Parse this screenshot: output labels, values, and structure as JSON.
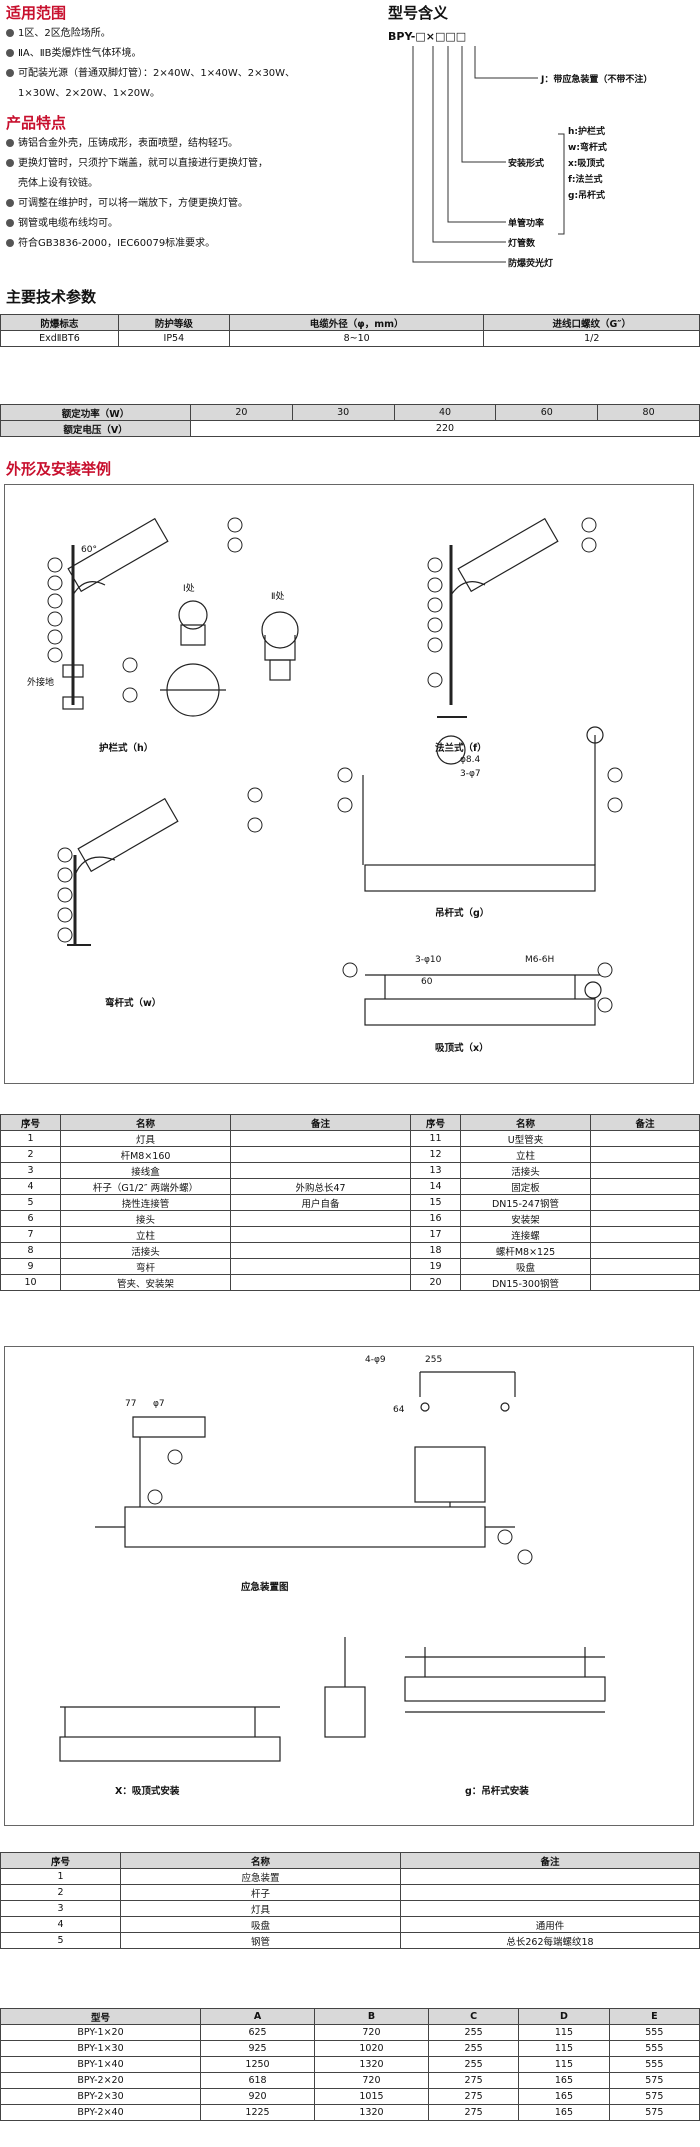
{
  "top": {
    "applicable_title": "适用范围",
    "applicable_items": [
      "1区、2区危险场所。",
      "ⅡA、ⅡB类爆炸性气体环境。",
      "可配装光源（普通双脚灯管）：2×40W、1×40W、2×30W、",
      "1×30W、2×20W、1×20W。"
    ],
    "features_title": "产品特点",
    "features_items": [
      "铸铝合金外壳，压铸成形，表面喷塑，结构轻巧。",
      "更换灯管时，只须拧下端盖，就可以直接进行更换灯管，",
      "壳体上设有铰链。",
      "可调整在维护时，可以将一端放下，方便更换灯管。",
      "钢管或电缆布线均可。",
      "符合GB3836-2000，IEC60079标准要求。"
    ],
    "model_title": "型号含义",
    "model_code": "BPY-□×□□□",
    "model_labels": {
      "j": "J：带应急装置（不带不注）",
      "install": "安装形式",
      "install_types": [
        "h:护栏式",
        "w:弯杆式",
        "x:吸顶式",
        "f:法兰式",
        "g:吊杆式"
      ],
      "power": "单管功率",
      "count": "灯管数",
      "name": "防爆荧光灯"
    }
  },
  "params": {
    "title": "主要技术参数",
    "headers": [
      "防爆标志",
      "防护等级",
      "电缆外径（φ，mm）",
      "进线口螺纹（G″）"
    ],
    "row": [
      "ExdⅡBT6",
      "IP54",
      "8~10",
      "1/2"
    ],
    "power_label": "额定功率（W）",
    "powers": [
      "20",
      "30",
      "40",
      "60",
      "80"
    ],
    "voltage_label": "额定电压（V）",
    "voltage": "220"
  },
  "install": {
    "title": "外形及安装举例",
    "captions": {
      "h": "护栏式（h）",
      "f": "法兰式（f）",
      "g": "吊杆式（g）",
      "w": "弯杆式（w）",
      "x": "吸顶式（x）"
    },
    "detail_i": "Ⅰ处",
    "detail_ii": "Ⅱ处",
    "angle": "60°",
    "ground": "外接地",
    "dim_1": "3-φ10",
    "dim_2": "60",
    "dim_3": "M6-6H",
    "dim_4": "φ8.4",
    "dim_5": "3-φ7"
  },
  "parts_table": {
    "headers": [
      "序号",
      "名称",
      "备注",
      "序号",
      "名称",
      "备注"
    ],
    "rows": [
      [
        "1",
        "灯具",
        "",
        "11",
        "U型管夹",
        ""
      ],
      [
        "2",
        "杆M8×160",
        "",
        "12",
        "立柱",
        ""
      ],
      [
        "3",
        "接线盒",
        "",
        "13",
        "活接头",
        ""
      ],
      [
        "4",
        "杆子（G1/2″ 两端外螺）",
        "外购总长47",
        "14",
        "固定板",
        ""
      ],
      [
        "5",
        "挠性连接管",
        "用户自备",
        "15",
        "DN15-247钢管",
        ""
      ],
      [
        "6",
        "接头",
        "",
        "16",
        "安装架",
        ""
      ],
      [
        "7",
        "立柱",
        "",
        "17",
        "连接螺",
        ""
      ],
      [
        "8",
        "活接头",
        "",
        "18",
        "螺杆M8×125",
        ""
      ],
      [
        "9",
        "弯杆",
        "",
        "19",
        "吸盘",
        ""
      ],
      [
        "10",
        "管夹、安装架",
        "",
        "20",
        "DN15-300钢管",
        ""
      ]
    ]
  },
  "emergency": {
    "caption": "应急装置图",
    "dim_255": "255",
    "dim_64": "64",
    "dim_holes": "4-φ9",
    "dim_77": "77",
    "dim_phi7": "φ7",
    "caption_x": "X：吸顶式安装",
    "caption_g": "g：吊杆式安装"
  },
  "parts2": {
    "headers": [
      "序号",
      "名称",
      "备注"
    ],
    "rows": [
      [
        "1",
        "应急装置",
        ""
      ],
      [
        "2",
        "杆子",
        ""
      ],
      [
        "3",
        "灯具",
        ""
      ],
      [
        "4",
        "吸盘",
        "通用件"
      ],
      [
        "5",
        "钢管",
        "总长262每端螺纹18"
      ]
    ]
  },
  "dims_table": {
    "headers": [
      "型号",
      "A",
      "B",
      "C",
      "D",
      "E"
    ],
    "rows": [
      [
        "BPY-1×20",
        "625",
        "720",
        "255",
        "115",
        "555"
      ],
      [
        "BPY-1×30",
        "925",
        "1020",
        "255",
        "115",
        "555"
      ],
      [
        "BPY-1×40",
        "1250",
        "1320",
        "255",
        "115",
        "555"
      ],
      [
        "BPY-2×20",
        "618",
        "720",
        "275",
        "165",
        "575"
      ],
      [
        "BPY-2×30",
        "920",
        "1015",
        "275",
        "165",
        "575"
      ],
      [
        "BPY-2×40",
        "1225",
        "1320",
        "275",
        "165",
        "575"
      ]
    ]
  }
}
